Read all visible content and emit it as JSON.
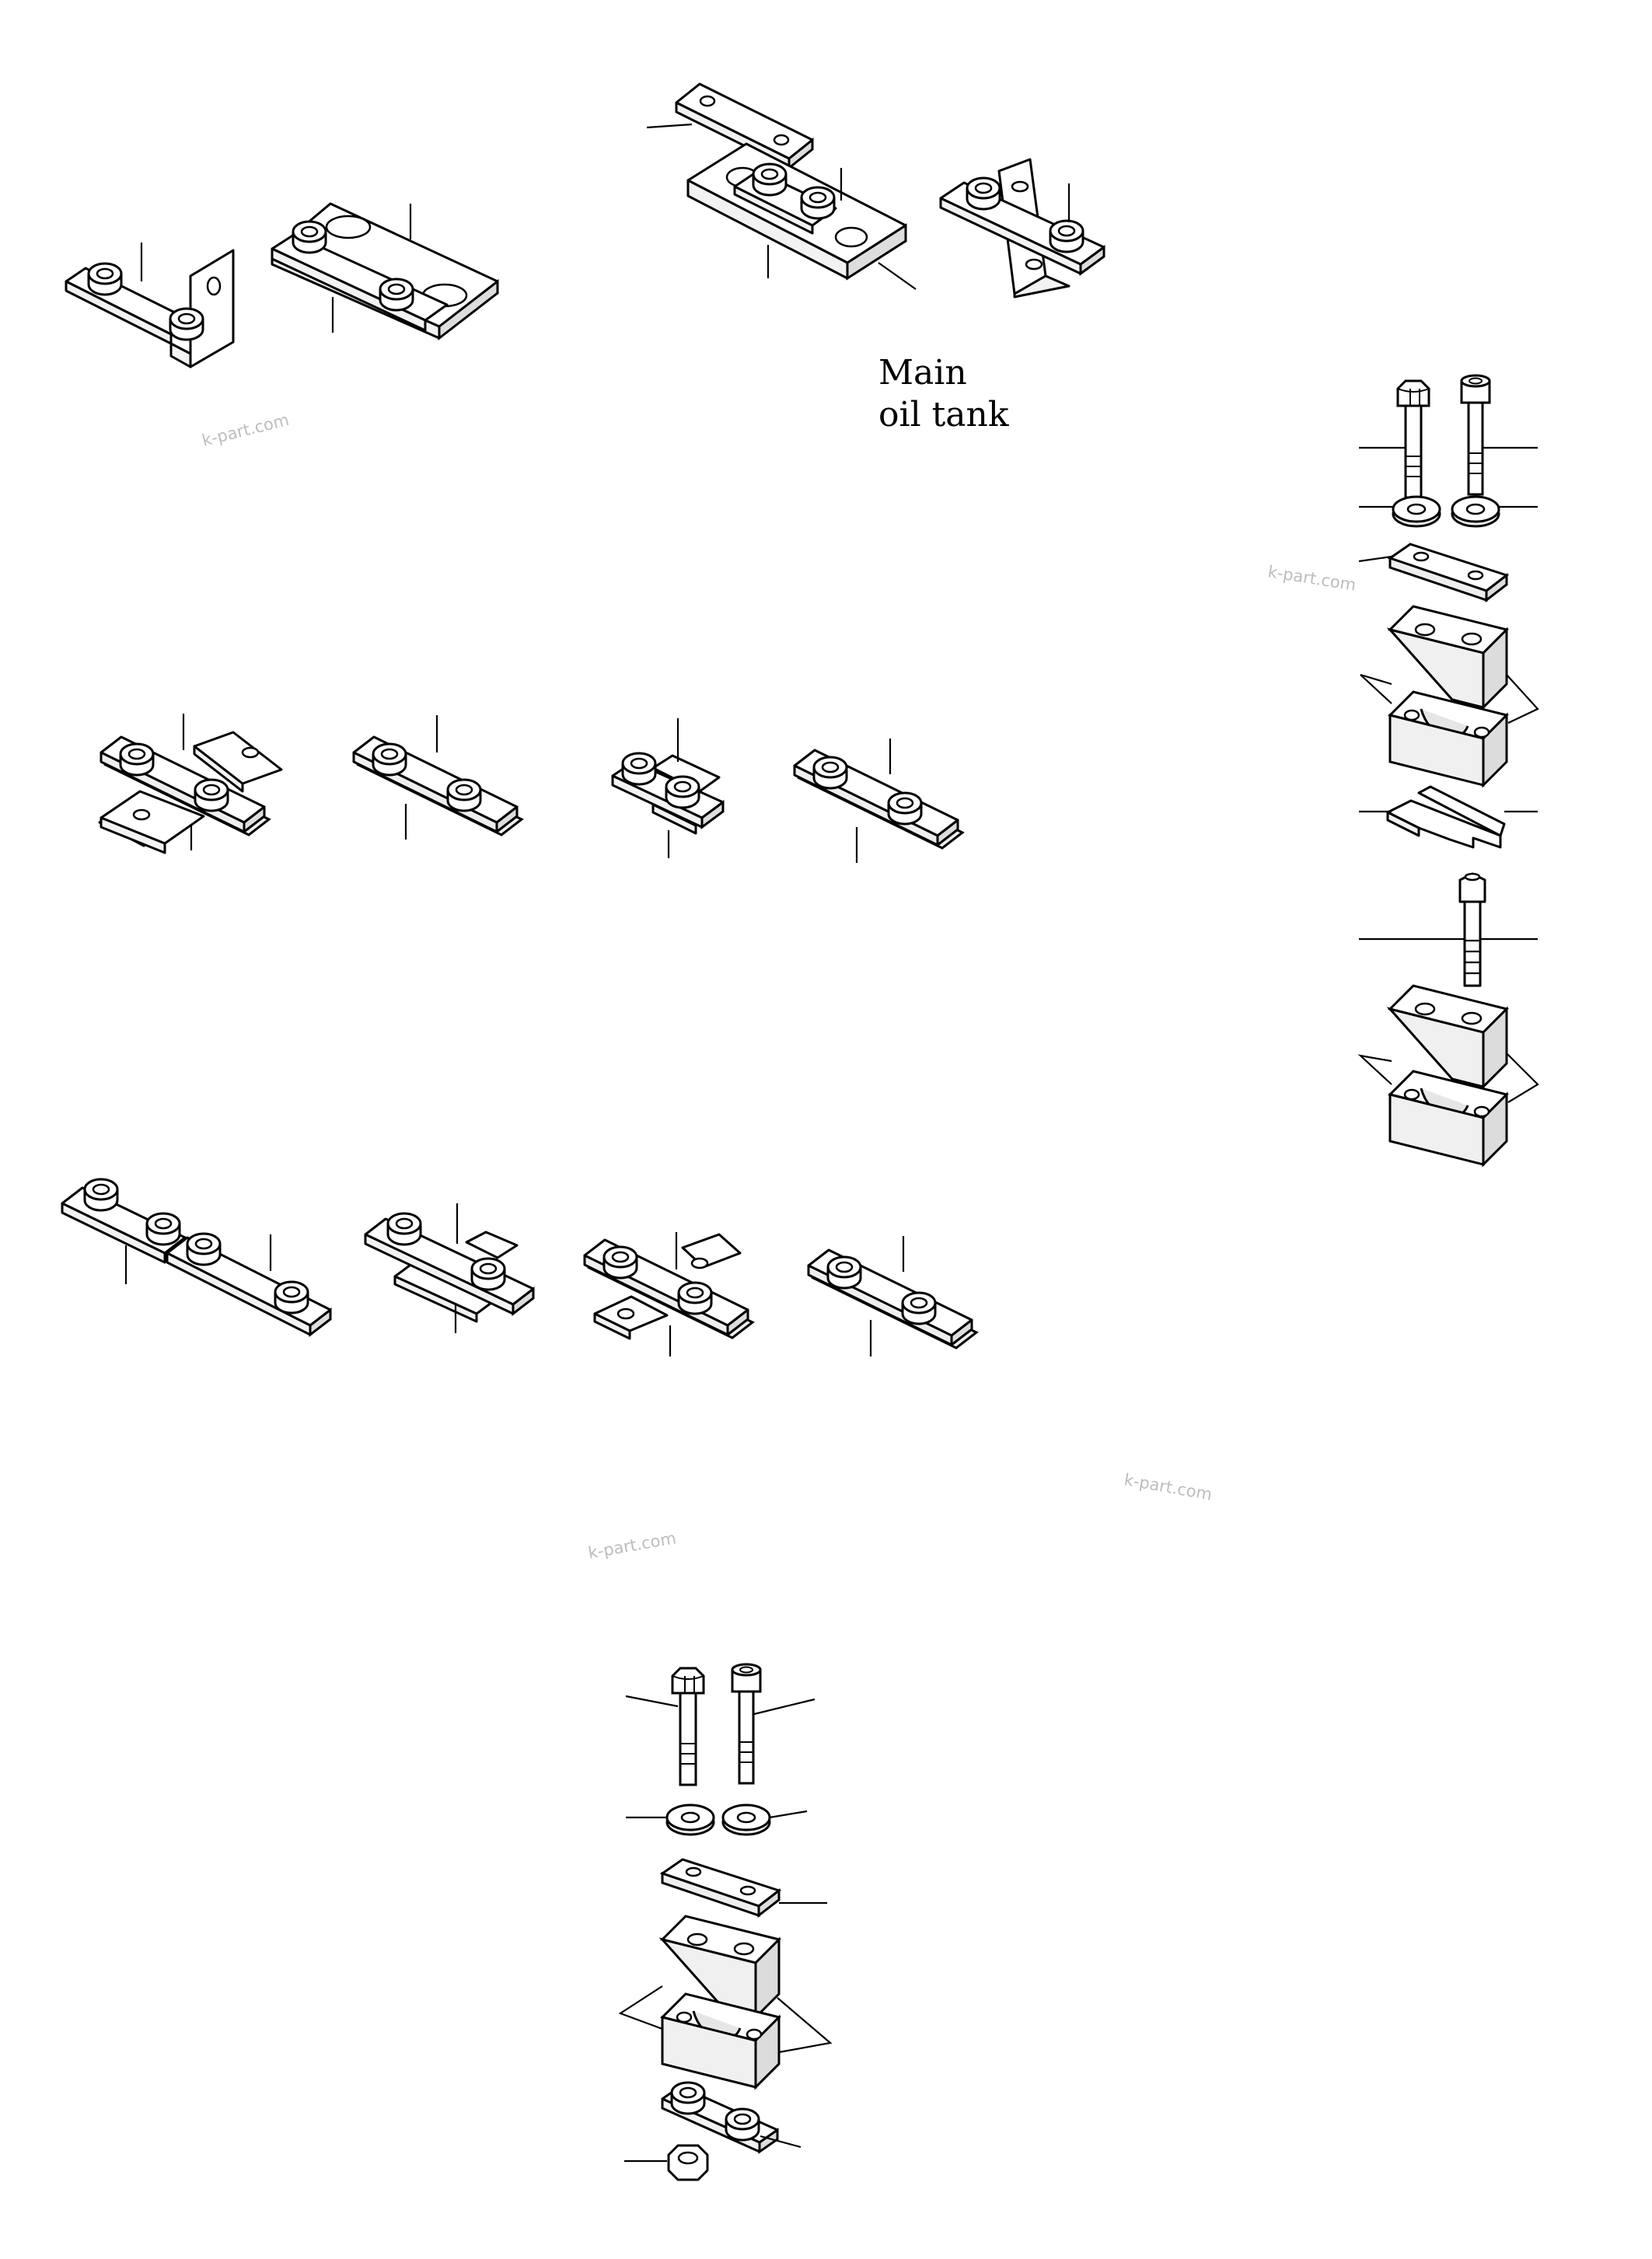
{
  "diagram": {
    "caption_line1": "Main",
    "caption_line2": "oil tank",
    "watermark": "k-part.com"
  }
}
